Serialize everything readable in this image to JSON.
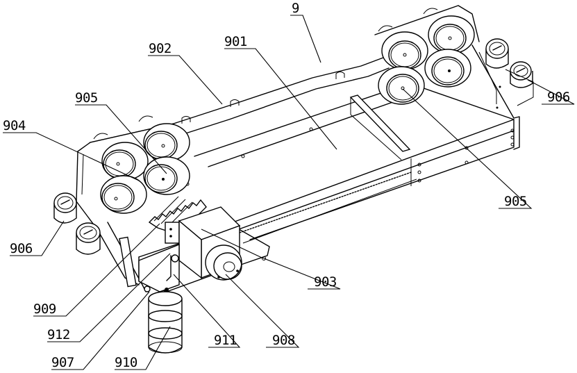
{
  "figure": {
    "type": "patent-style mechanical line drawing",
    "labels": [
      {
        "id": "9",
        "text": "9"
      },
      {
        "id": "901",
        "text": "901"
      },
      {
        "id": "902",
        "text": "902"
      },
      {
        "id": "903",
        "text": "903"
      },
      {
        "id": "904",
        "text": "904"
      },
      {
        "id": "905a",
        "text": "905"
      },
      {
        "id": "905b",
        "text": "905"
      },
      {
        "id": "906a",
        "text": "906"
      },
      {
        "id": "906b",
        "text": "906"
      },
      {
        "id": "907",
        "text": "907"
      },
      {
        "id": "908",
        "text": "908"
      },
      {
        "id": "909",
        "text": "909"
      },
      {
        "id": "910",
        "text": "910"
      },
      {
        "id": "911",
        "text": "911"
      },
      {
        "id": "912",
        "text": "912"
      }
    ]
  },
  "colors": {
    "line": "#000000",
    "background": "#ffffff"
  }
}
